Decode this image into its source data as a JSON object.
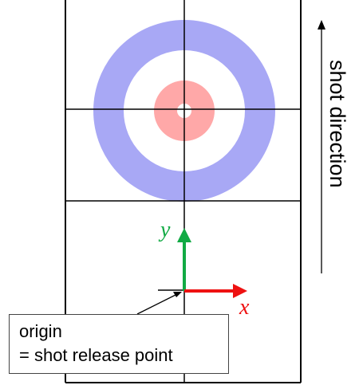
{
  "labels": {
    "x_axis": "x",
    "y_axis": "y",
    "direction": "shot direction"
  },
  "callout": {
    "line1": "origin",
    "line2": "= shot release point"
  },
  "colors": {
    "outer_ring": "#a8a8f5",
    "inner_ring": "#ffa8a8",
    "x_axis": "#ee1111",
    "y_axis": "#11aa44",
    "lines": "#000000"
  }
}
